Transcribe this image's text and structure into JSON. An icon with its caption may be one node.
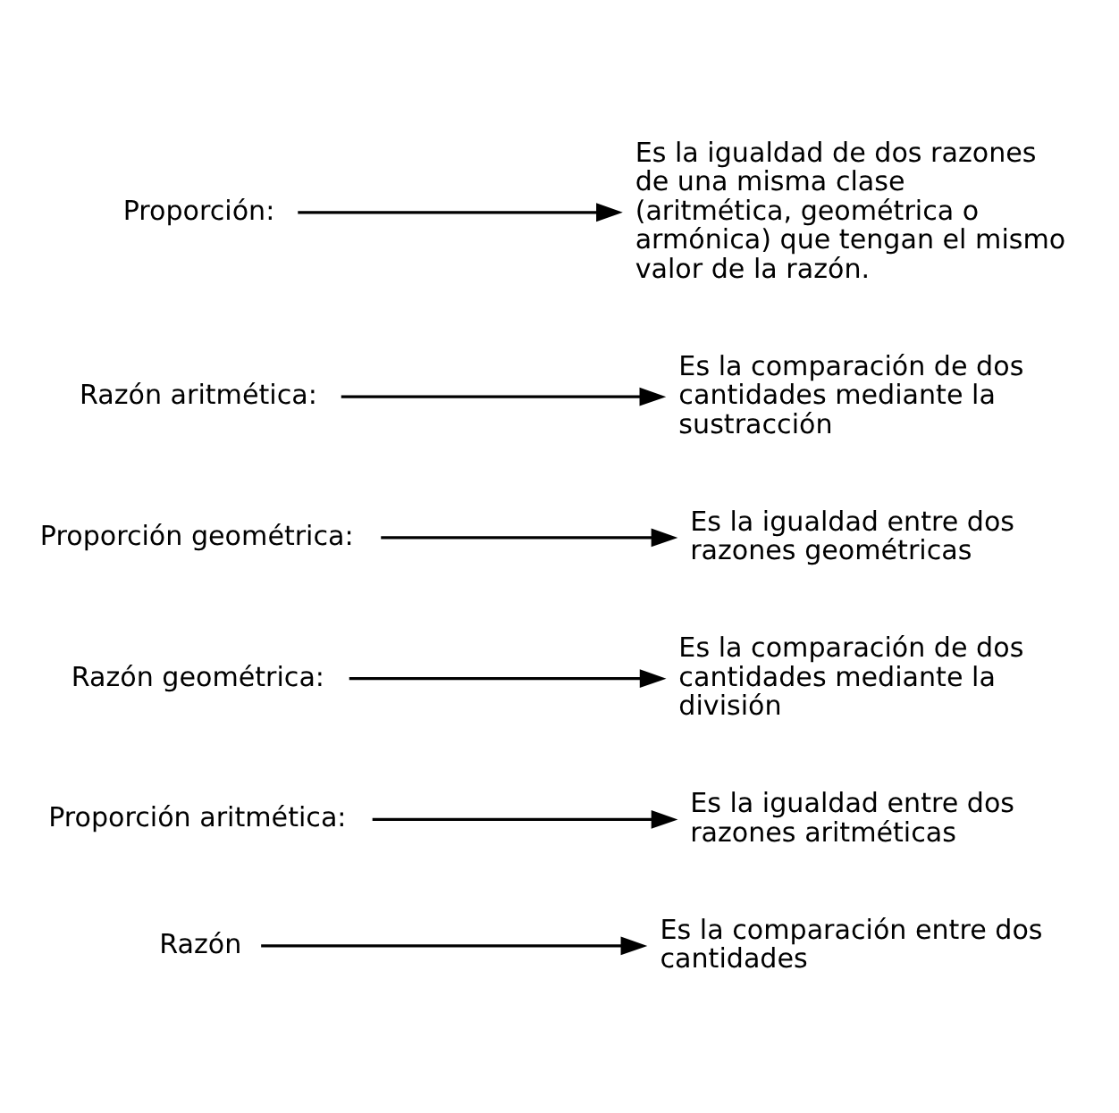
{
  "diagram": {
    "nodes": [
      {
        "text": [
          "Razón"
        ]
      },
      {
        "text": [
          "Proporción aritmética:"
        ]
      },
      {
        "text": [
          "Razón geométrica:"
        ]
      },
      {
        "text": [
          "Proporción geométrica:"
        ]
      },
      {
        "text": [
          "Razón aritmética:"
        ]
      },
      {
        "text": [
          "Proporción:"
        ]
      },
      {
        "text": [
          "Es la comparación de dos cantidades mediante la división"
        ]
      },
      {
        "text": [
          "Es la comparación de dos cantidades mediante la sustracción"
        ]
      },
      {
        "text": [
          "Es la igualdad de dos razones de una misma clase (aritmética, geométrica o armónica) que tengan el mismo valor de la razón."
        ]
      },
      {
        "text": [
          "Es la igualdad entre dos razones aritméticas"
        ]
      },
      {
        "text": [
          "Es la igualdad entre dos razones geométricas"
        ]
      },
      {
        "text": [
          "Es la comparación entre dos cantidades"
        ]
      }
    ],
    "edges": [
      {
        "from": 0,
        "to": 11,
        "arrow": "to"
      },
      {
        "from": 1,
        "to": 9,
        "arrow": "to"
      },
      {
        "from": 2,
        "to": 6,
        "arrow": "to"
      },
      {
        "from": 3,
        "to": 10,
        "arrow": "to"
      },
      {
        "from": 4,
        "to": 7,
        "arrow": "to"
      },
      {
        "from": 5,
        "to": 8,
        "arrow": "to"
      }
    ]
  }
}
